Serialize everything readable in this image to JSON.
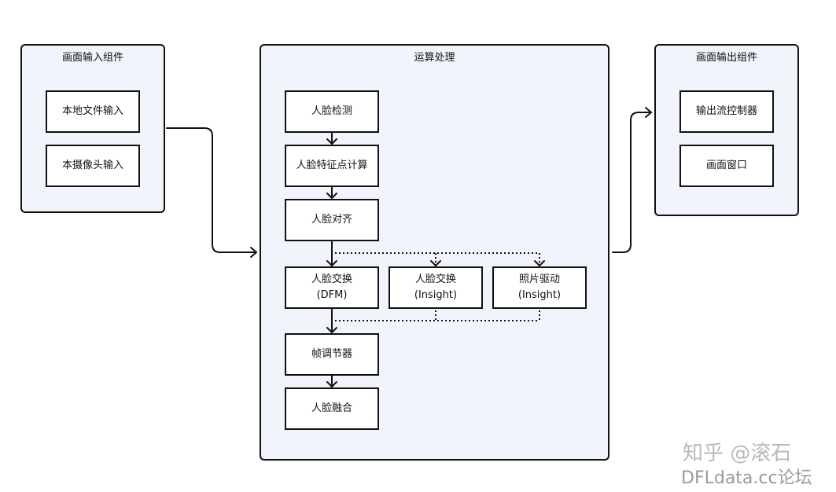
{
  "groups": {
    "input": {
      "title": "画面输入组件",
      "items": [
        "本地文件输入",
        "本摄像头输入"
      ]
    },
    "process": {
      "title": "运算处理"
    },
    "output": {
      "title": "画面输出组件",
      "items": [
        "输出流控制器",
        "画面窗口"
      ]
    }
  },
  "nodes": {
    "detect": "人脸检测",
    "landmarks": "人脸特征点计算",
    "align": "人脸对齐",
    "swap_dfm": {
      "line1": "人脸交换",
      "line2": "(DFM)"
    },
    "swap_insight": {
      "line1": "人脸交换",
      "line2": "(Insight)"
    },
    "photo_drive": {
      "line1": "照片驱动",
      "line2": "(Insight)"
    },
    "frame_adjust": "帧调节器",
    "merge": "人脸融合"
  },
  "watermark": {
    "line1": "知乎 @滚石",
    "line2": "DFLdata.cc论坛"
  }
}
